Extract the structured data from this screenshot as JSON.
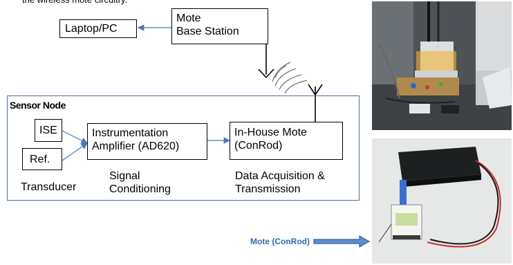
{
  "header_fragment": "the wireless mote circuitry.",
  "blocks": {
    "laptop": "Laptop/PC",
    "base_station_line1": "Mote",
    "base_station_line2": "Base Station",
    "sensor_node_title": "Sensor Node",
    "ise": "ISE",
    "ref": "Ref.",
    "amp_line1": "Instrumentation",
    "amp_line2": "Amplifier (AD620)",
    "mote_line1": "In-House Mote",
    "mote_line2": "(ConRod)"
  },
  "stage_labels": {
    "transducer": "Transducer",
    "signal_line1": "Signal",
    "signal_line2": "Conditioning",
    "daq_line1": "Data Acquisition &",
    "daq_line2": "Transmission"
  },
  "photo_caption": "Mote (ConRod)",
  "colors": {
    "connector_arrow": "#4a7ab8",
    "caption_text": "#2e6aa8",
    "node_border": "#4a6f9c",
    "caption_arrow_fill": "#5b8fd0"
  }
}
